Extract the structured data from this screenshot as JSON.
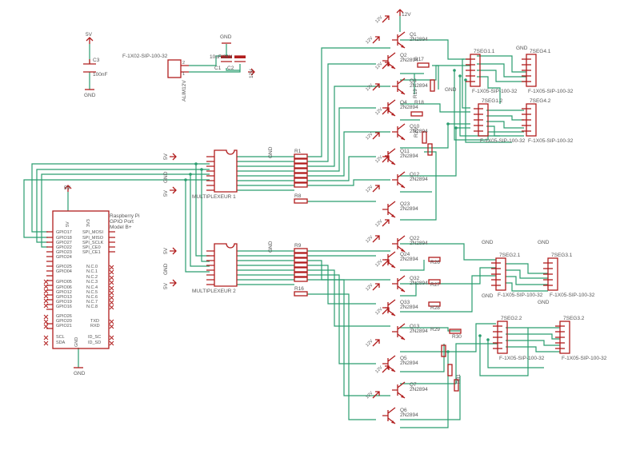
{
  "supply": {
    "v12": "12V",
    "v5": "5V",
    "gnd": "GND"
  },
  "cap3": {
    "name": "C3",
    "value": "100nF"
  },
  "cap1": {
    "name": "C1",
    "value": "10uF/24V",
    "alt": "C2"
  },
  "connector": {
    "name": "F-1X02-SIP-100-32",
    "pins": [
      "2",
      "1"
    ],
    "label": "ALIM12V"
  },
  "transistor": {
    "type": "2N2894"
  },
  "resistor_names": [
    "R17",
    "R19",
    "R18",
    "R20",
    "R1",
    "R8",
    "R9",
    "R16",
    "R26",
    "R27",
    "R28",
    "R29",
    "R30",
    "R31"
  ],
  "mux1": {
    "name": "MULTIPLEXEUR 1"
  },
  "mux2": {
    "name": "MULTIPLEXEUR 2"
  },
  "displays": [
    {
      "name": "7SEG1.1",
      "foot": "F-1X05-SIP-100-32"
    },
    {
      "name": "7SEG4.1",
      "foot": "F-1X05-SIP-100-32"
    },
    {
      "name": "7SEG1.2",
      "foot": "F-1X05-SIP-100-32"
    },
    {
      "name": "7SEG4.2",
      "foot": "F-1X05-SIP-100-32"
    },
    {
      "name": "7SEG2.1",
      "foot": "F-1X05-SIP-100-32"
    },
    {
      "name": "7SEG3.1",
      "foot": "F-1X05-SIP-100-32"
    },
    {
      "name": "7SEG2.2",
      "foot": "F-1X05-SIP-100-32"
    },
    {
      "name": "7SEG3.2",
      "foot": "F-1X05-SIP-100-32"
    }
  ],
  "transistors": [
    "Q1",
    "Q2",
    "Q3",
    "Q4",
    "Q10",
    "Q11",
    "Q12",
    "Q23",
    "Q22",
    "Q24",
    "Q32",
    "Q33",
    "Q13",
    "Q5",
    "Q7",
    "Q6"
  ],
  "rpi": {
    "title": "Raspberry Pi",
    "subtitle": "GPIO Port",
    "model": "Model B+",
    "top_pins": [
      "5V",
      "3V3"
    ],
    "left_pins": [
      "GPIO17",
      "GPIO18",
      "GPIO27",
      "GPIO22",
      "GPIO23",
      "GPIO24",
      "GPIO25",
      "GPIO04",
      "GPIO05",
      "GPIO06",
      "GPIO12",
      "GPIO13",
      "GPIO19",
      "GPIO16",
      "GPIO26",
      "GPIO20",
      "GPIO21",
      "SCL",
      "SDA"
    ],
    "right_pins": [
      "SPI_MOSI",
      "SPI_MISO",
      "SPI_SCLK",
      "SPI_CE0",
      "SPI_CE1",
      "N.C.0",
      "N.C.1",
      "N.C.2",
      "N.C.3",
      "N.C.4",
      "N.C.5",
      "N.C.6",
      "N.C.7",
      "N.C.8",
      "TXD",
      "RXD",
      "ID_SC",
      "ID_SD"
    ],
    "bottom_pin": "GND"
  }
}
